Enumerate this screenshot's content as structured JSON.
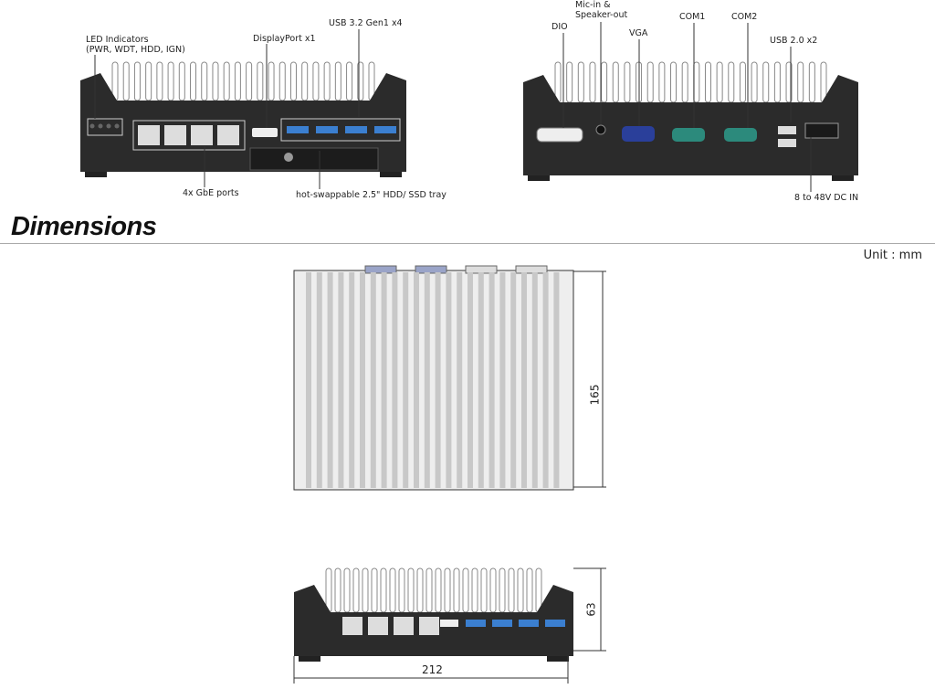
{
  "front_panel": {
    "labels": {
      "led": "LED Indicators",
      "led_detail": "(PWR, WDT, HDD, IGN)",
      "displayport": "DisplayPort x1",
      "usb32": "USB 3.2 Gen1 x4",
      "gbe": "4x GbE ports",
      "tray": "hot-swappable 2.5\" HDD/ SSD tray"
    }
  },
  "rear_panel": {
    "labels": {
      "dio": "DIO",
      "audio_1": "Mic-in &",
      "audio_2": "Speaker-out",
      "vga": "VGA",
      "com1": "COM1",
      "com2": "COM2",
      "usb20": "USB 2.0 x2",
      "dcin": "8 to 48V DC IN"
    }
  },
  "dimensions": {
    "title": "Dimensions",
    "unit": "Unit : mm",
    "depth": "165",
    "height": "63",
    "width": "212"
  },
  "colors": {
    "body": "#2b2b2b",
    "vga": "#2a3f9a",
    "com": "#2c8a7c",
    "usb3": "#3b7fd0"
  }
}
